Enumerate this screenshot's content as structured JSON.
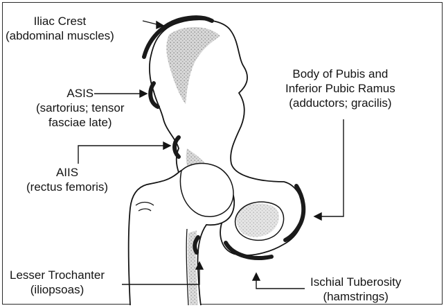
{
  "labels": {
    "iliac_crest": {
      "name": "Iliac Crest",
      "muscles": "(abdominal muscles)"
    },
    "asis": {
      "name": "ASIS",
      "muscles_1": "(sartorius; tensor",
      "muscles_2": "fasciae late)"
    },
    "aiis": {
      "name": "AIIS",
      "muscles": "(rectus femoris)"
    },
    "body_of_pubis": {
      "name_1": "Body of Pubis and",
      "name_2": "Inferior Pubic Ramus",
      "muscles": "(adductors; gracilis)"
    },
    "lesser_trochanter": {
      "name": "Lesser Trochanter",
      "muscles": "(iliopsoas)"
    },
    "ischial_tuberosity": {
      "name": "Ischial Tuberosity",
      "muscles": "(hamstrings)"
    }
  },
  "colors": {
    "line": "#141414",
    "shade": "#b8b8b8",
    "attachment": "#1a1a1a"
  }
}
